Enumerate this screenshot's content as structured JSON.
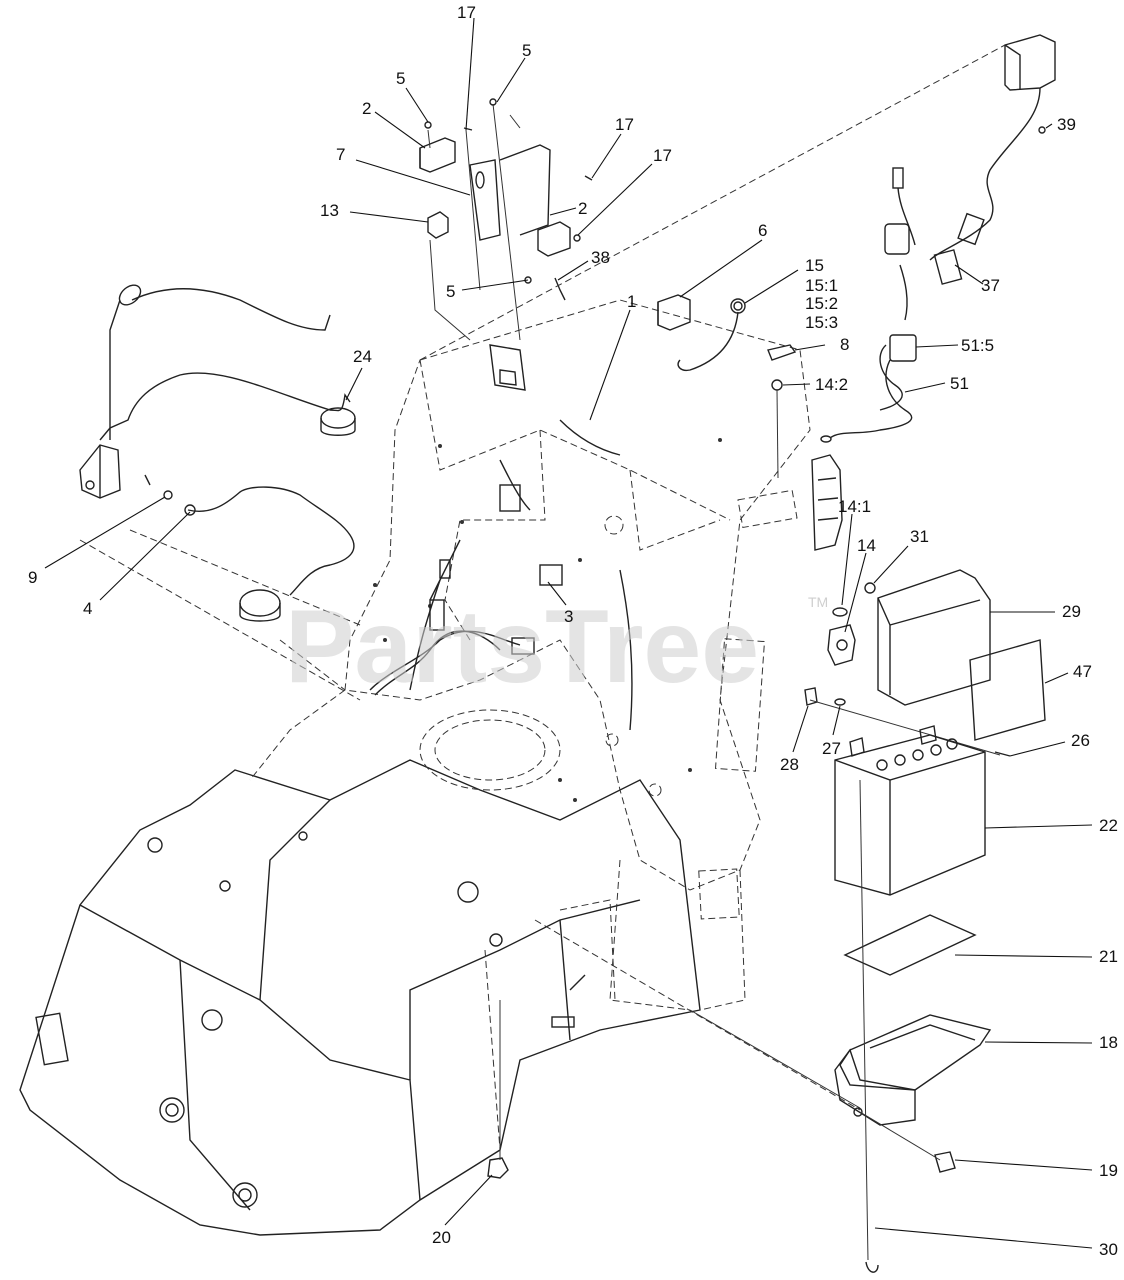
{
  "watermark": {
    "text": "PartsTree",
    "tm": "TM"
  },
  "callouts": [
    {
      "id": "c17a",
      "label": "17"
    },
    {
      "id": "c5a",
      "label": "5"
    },
    {
      "id": "c5b",
      "label": "5"
    },
    {
      "id": "c2a",
      "label": "2"
    },
    {
      "id": "c17b",
      "label": "17"
    },
    {
      "id": "c7",
      "label": "7"
    },
    {
      "id": "c17c",
      "label": "17"
    },
    {
      "id": "c13",
      "label": "13"
    },
    {
      "id": "c2b",
      "label": "2"
    },
    {
      "id": "c6",
      "label": "6"
    },
    {
      "id": "c15",
      "label": "15"
    },
    {
      "id": "c15_1",
      "label": "15:1"
    },
    {
      "id": "c15_2",
      "label": "15:2"
    },
    {
      "id": "c15_3",
      "label": "15:3"
    },
    {
      "id": "c38",
      "label": "38"
    },
    {
      "id": "c5c",
      "label": "5"
    },
    {
      "id": "c1",
      "label": "1"
    },
    {
      "id": "c8",
      "label": "8"
    },
    {
      "id": "c14_2",
      "label": "14:2"
    },
    {
      "id": "c24",
      "label": "24"
    },
    {
      "id": "c39",
      "label": "39"
    },
    {
      "id": "c37",
      "label": "37"
    },
    {
      "id": "c51_5",
      "label": "51:5"
    },
    {
      "id": "c51",
      "label": "51"
    },
    {
      "id": "c9",
      "label": "9"
    },
    {
      "id": "c4",
      "label": "4"
    },
    {
      "id": "c3",
      "label": "3"
    },
    {
      "id": "c14_1",
      "label": "14:1"
    },
    {
      "id": "c14",
      "label": "14"
    },
    {
      "id": "c31",
      "label": "31"
    },
    {
      "id": "c29",
      "label": "29"
    },
    {
      "id": "c47",
      "label": "47"
    },
    {
      "id": "c26",
      "label": "26"
    },
    {
      "id": "c28",
      "label": "28"
    },
    {
      "id": "c27",
      "label": "27"
    },
    {
      "id": "c22",
      "label": "22"
    },
    {
      "id": "c21",
      "label": "21"
    },
    {
      "id": "c18",
      "label": "18"
    },
    {
      "id": "c19",
      "label": "19"
    },
    {
      "id": "c20",
      "label": "20"
    },
    {
      "id": "c30",
      "label": "30"
    }
  ]
}
